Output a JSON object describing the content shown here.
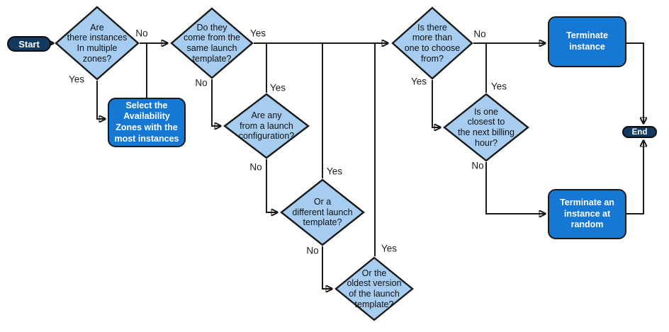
{
  "diagram": {
    "colors": {
      "decision_fill": "#A6CCEF",
      "process_fill": "#1778D4",
      "terminal_fill": "#14395F",
      "stroke": "#1A1A1A",
      "text_dark": "#111111",
      "text_light": "#FFFFFF"
    },
    "nodes": {
      "start": {
        "type": "terminal",
        "label": "Start"
      },
      "d_zones": {
        "type": "decision",
        "label": "Are\nthere instances\nIn multiple\nzones?"
      },
      "p_select_az": {
        "type": "process",
        "label": "Select the\nAvailability\nZones with the\nmost instances"
      },
      "d_same_template": {
        "type": "decision",
        "label": "Do they\ncome from the\nsame launch\ntemplate?"
      },
      "d_launch_config": {
        "type": "decision",
        "label": "Are any\nfrom a launch\nconfiguration?"
      },
      "d_diff_template": {
        "type": "decision",
        "label": "Or a\ndifferent launch\ntemplate?"
      },
      "d_oldest_version": {
        "type": "decision",
        "label": "Or the\noldest version\nof the launch\ntemplate?"
      },
      "d_more_than_one": {
        "type": "decision",
        "label": "Is there\nmore than\none to choose\nfrom?"
      },
      "d_billing_hour": {
        "type": "decision",
        "label": "Is one\nclosest to\nthe next billing\nhour?"
      },
      "p_terminate": {
        "type": "process",
        "label": "Terminate\ninstance"
      },
      "p_terminate_random": {
        "type": "process",
        "label": "Terminate an\ninstance at\nrandom"
      },
      "end": {
        "type": "terminal",
        "label": "End"
      }
    },
    "edge_labels": [
      {
        "text": "No"
      },
      {
        "text": "Yes"
      },
      {
        "text": "Yes"
      },
      {
        "text": "No"
      },
      {
        "text": "Yes"
      },
      {
        "text": "No"
      },
      {
        "text": "Yes"
      },
      {
        "text": "No"
      },
      {
        "text": "Yes"
      },
      {
        "text": "No"
      },
      {
        "text": "Yes"
      },
      {
        "text": "Yes"
      },
      {
        "text": "No"
      }
    ]
  }
}
